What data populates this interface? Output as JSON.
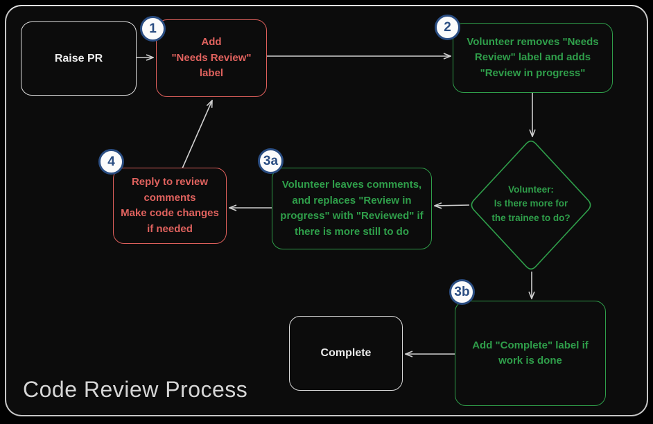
{
  "title": "Code Review Process",
  "colors": {
    "background": "#0c0c0c",
    "frame_border": "#c6c6c6",
    "red": "#e0625e",
    "green": "#2f9e4a",
    "neutral": "#ececec",
    "badge_blue": "#2a4d82",
    "badge_fill": "#fbfbfb",
    "arrow": "#cfcfcf",
    "title_gray": "#d6d6d6"
  },
  "nodes": {
    "raise_pr": {
      "label": "Raise PR"
    },
    "step1": {
      "badge": "1",
      "label": "Add\n\"Needs Review\"\nlabel"
    },
    "step2": {
      "badge": "2",
      "label": "Volunteer removes \"Needs\nReview\" label and adds\n\"Review in progress\""
    },
    "decision": {
      "label": "Volunteer:\nIs there more for\nthe trainee to do?"
    },
    "step3a": {
      "badge": "3a",
      "label": "Volunteer leaves comments,\nand replaces \"Review in\nprogress\" with \"Reviewed\" if\nthere is more still to do"
    },
    "step4": {
      "badge": "4",
      "label": "Reply to review\ncomments\nMake code changes\nif needed"
    },
    "step3b": {
      "badge": "3b",
      "label": "Add \"Complete\" label if\nwork is done"
    },
    "complete": {
      "label": "Complete"
    }
  }
}
